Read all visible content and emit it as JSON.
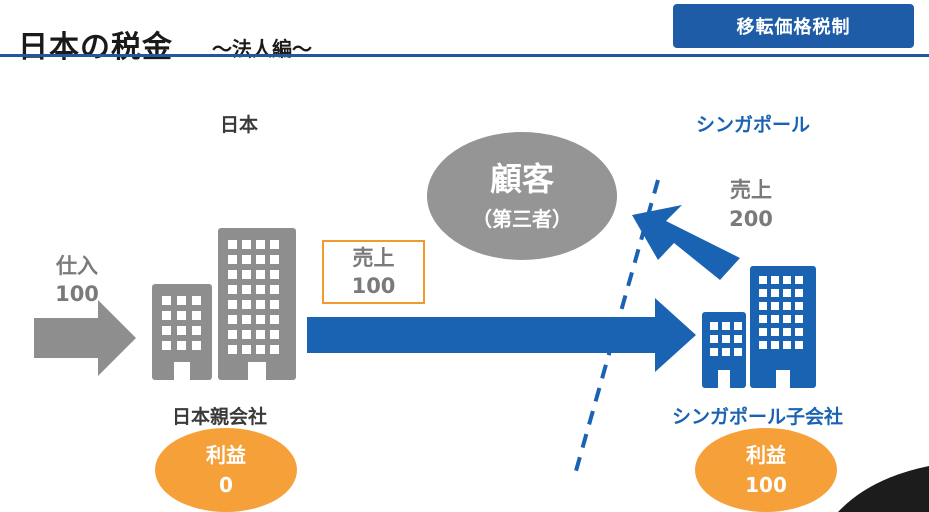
{
  "header": {
    "title": "日本の税金",
    "subtitle": "～法人編～",
    "badge": "移転価格税制"
  },
  "regions": {
    "japan": "日本",
    "singapore": "シンガポール"
  },
  "purchase": {
    "label": "仕入",
    "value": "100"
  },
  "intercompany_sale": {
    "label": "売上",
    "value": "100"
  },
  "customer": {
    "name": "顧客",
    "note": "（第三者）"
  },
  "third_party_sale": {
    "label": "売上",
    "value": "200"
  },
  "companies": {
    "parent": {
      "name": "日本親会社",
      "profit_label": "利益",
      "profit_value": "0"
    },
    "subsidiary": {
      "name": "シンガポール子会社",
      "profit_label": "利益",
      "profit_value": "100"
    }
  },
  "colors": {
    "brand_blue": "#1e5ca8",
    "building_gray": "#8e8e8e",
    "building_blue": "#1a63b3",
    "profit_orange": "#f6a03a",
    "box_orange": "#f39a2e"
  }
}
